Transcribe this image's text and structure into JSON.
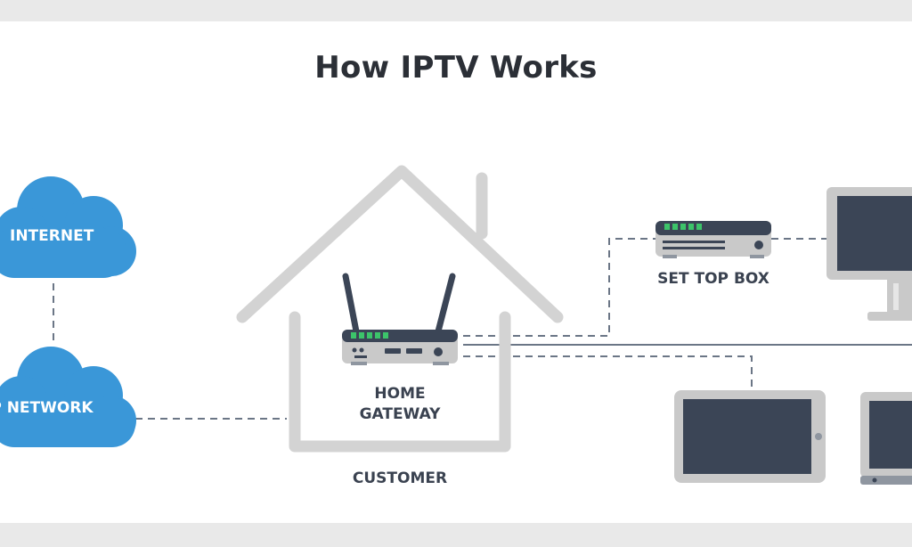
{
  "diagram": {
    "title": "How IPTV Works",
    "nodes": {
      "internet": "INTERNET",
      "ip_network": "IP NETWORK",
      "home_gateway_line1": "HOME",
      "home_gateway_line2": "GATEWAY",
      "set_top_box": "SET TOP BOX",
      "customer": "CUSTOMER"
    }
  },
  "colors": {
    "cloud": "#3a97d8",
    "device_dark": "#3b4556",
    "device_frame": "#c9c9c9",
    "house_outline": "#d3d3d3",
    "status_led": "#3cc46a",
    "connector": "#6b7686"
  }
}
